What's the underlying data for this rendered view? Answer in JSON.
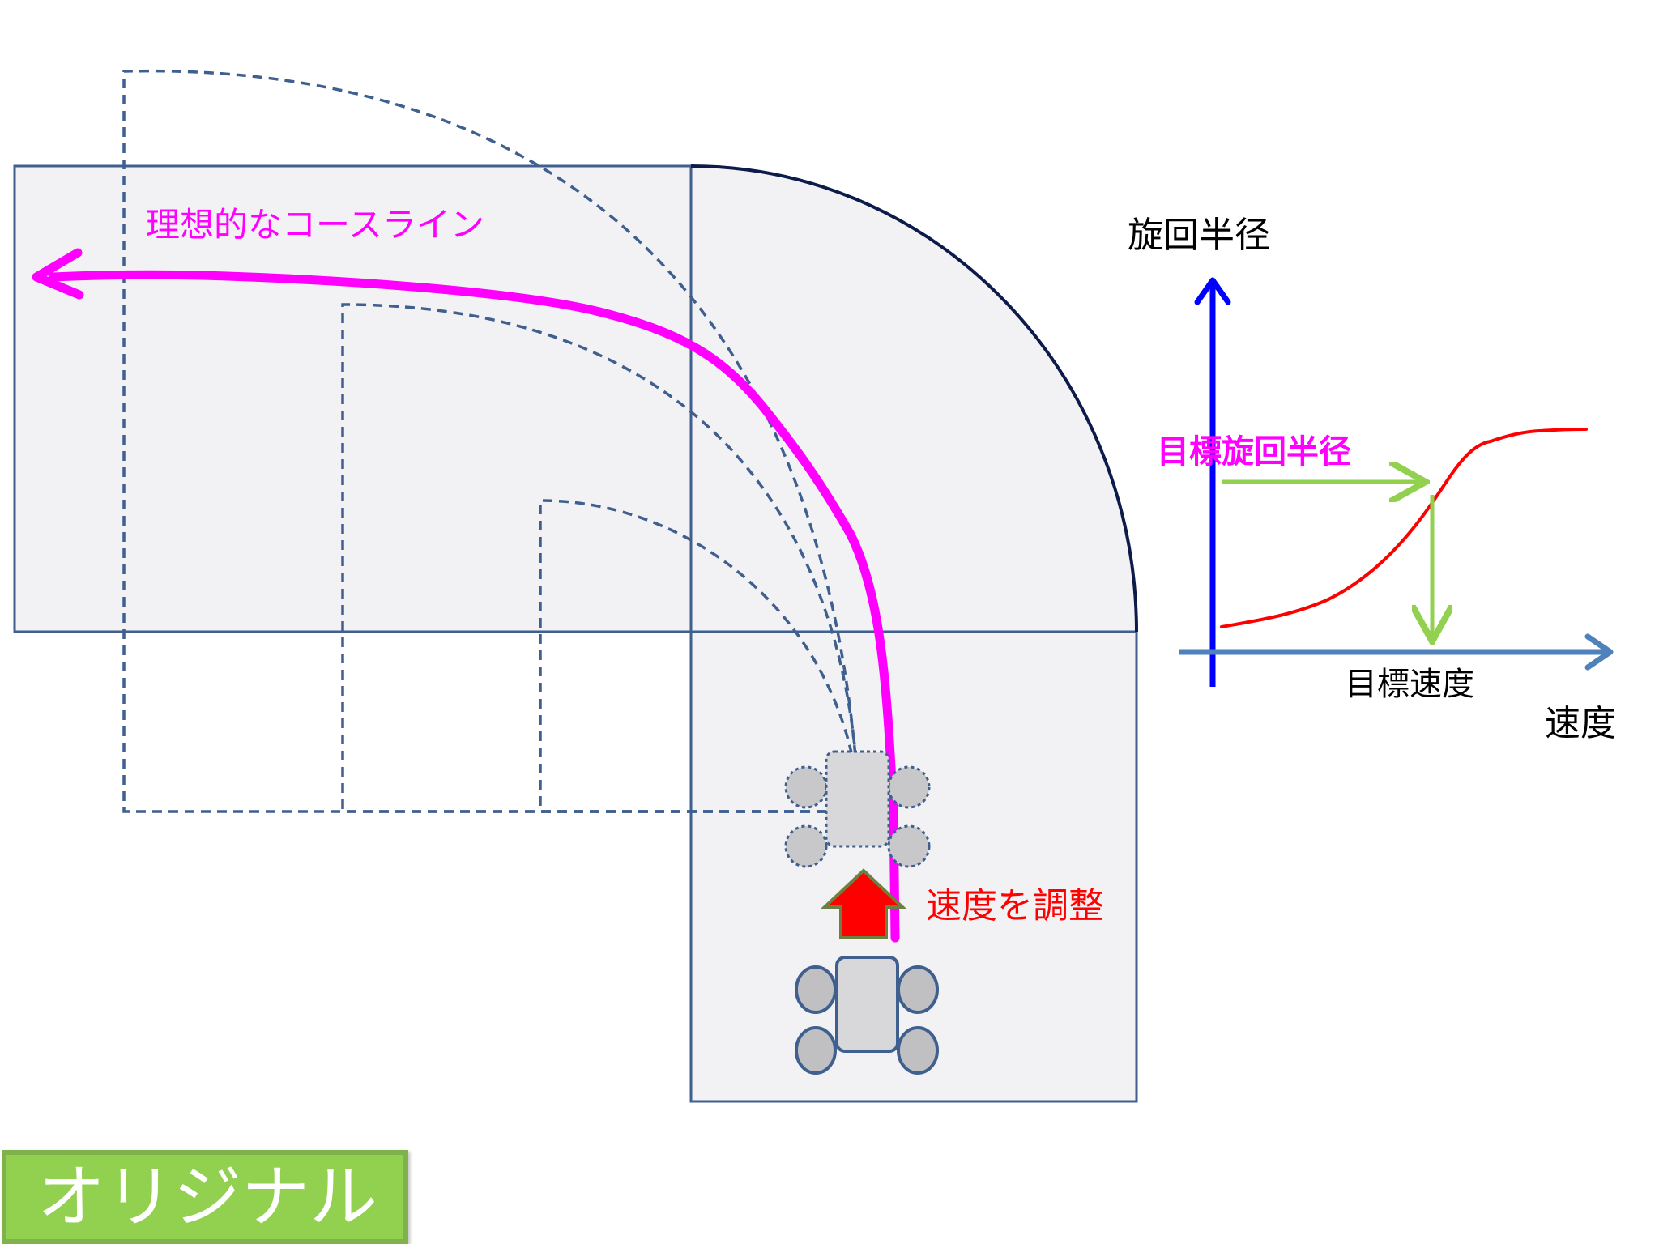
{
  "diagram": {
    "ideal_course_label": "理想的なコースライン",
    "speed_adjust_label": "速度を調整",
    "graph": {
      "y_axis_label": "旋回半径",
      "x_axis_label": "速度",
      "target_radius_label": "目標旋回半径",
      "target_speed_label": "目標速度"
    }
  },
  "badge": {
    "label": "オリジナル"
  },
  "colors": {
    "course": "#ff00ff",
    "speed_label": "#ff0000",
    "y_axis": "#0000ff",
    "x_axis": "#4f81bd",
    "curve": "#ff0000",
    "guide_arrows": "#92d050",
    "road_fill": "#f2f2f4",
    "road_outline": "#3f5f8f",
    "outer_arc": "#0d1b4b",
    "dashed_paths": "#3f5f8f"
  }
}
